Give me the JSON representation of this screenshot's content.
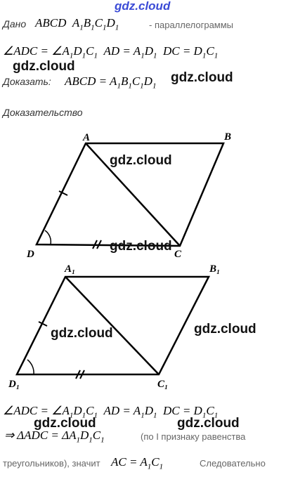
{
  "watermark": "gdz.cloud",
  "given_label": "Дано",
  "given_rest": "- параллелограммы",
  "given_line2": "∠ADC = ∠A₁D₁C₁  AD = A₁D₁  DC = D₁C₁",
  "prove_label": "Доказать",
  "prove_expr": "ABCD = A₁B₁C₁D₁",
  "proof_label": "Доказательство",
  "fig1": {
    "A": "A",
    "B": "B",
    "C": "C",
    "D": "D"
  },
  "fig2": {
    "A": "A₁",
    "B": "B₁",
    "C": "C₁",
    "D": "D₁"
  },
  "bottom_line1": "∠ADC = ∠A₁D₁C₁  AD = A₁D₁  DC = D₁C₁",
  "bottom_line2_text": "(по I признаку равенства",
  "bottom_line3_text": "треугольников), значит",
  "bottom_line3_expr": "AC = A₁C₁",
  "bottom_line3_tail": "Следовательно"
}
